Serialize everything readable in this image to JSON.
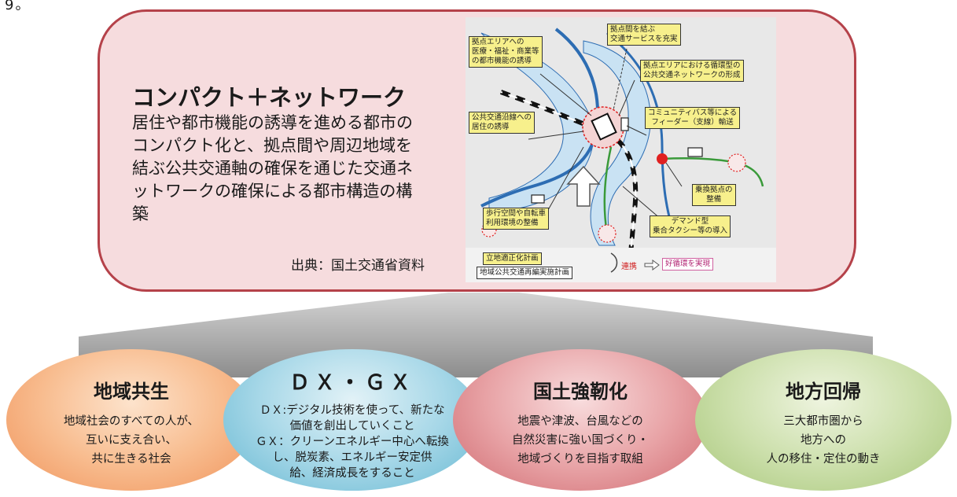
{
  "page_number": "9。",
  "compact_network": {
    "title": "コンパクト＋ネットワーク",
    "description_lines": [
      "居住や都市機能の誘導を進める都市の",
      "コンパクト化と、拠点間や周辺地域を",
      "結ぶ公共交通軸の確保を通じた交通ネ",
      "ットワークの確保による都市構造の構",
      "築"
    ],
    "source": "出典：国土交通省資料"
  },
  "diagram": {
    "labels": {
      "inter_hub": [
        "拠点間を結ぶ",
        "交通サービスを充実"
      ],
      "hub_area_functions": [
        "拠点エリアへの",
        "医療・福祉・商業等",
        "の都市機能の誘導"
      ],
      "circular_transit": [
        "拠点エリアにおける循環型の",
        "公共交通ネットワークの形成"
      ],
      "residence_along_transit": [
        "公共交通沿線への",
        "居住の誘導"
      ],
      "community_bus": [
        "コミュニティバス等による",
        "フィーダー（支線）輸送"
      ],
      "transfer_hub": [
        "乗換拠点の",
        "整備"
      ],
      "walking_cycling": [
        "歩行空間や自転車",
        "利用環境の整備"
      ],
      "demand_taxi": [
        "デマンド型",
        "乗合タクシー等の導入"
      ],
      "location_plan": "立地適正化計画",
      "regional_transit_plan": "地域公共交通再編実施計画",
      "cooperation": "連携",
      "good_cycle": "好循環を実現"
    },
    "colors": {
      "river": "#2d6db3",
      "rail": "#111111",
      "green_route": "#3a9a3a",
      "callout": "#f7f08c",
      "hub_marker": "#e02020"
    }
  },
  "pillars": [
    {
      "title": "地域共生",
      "lines": [
        "地域社会のすべての人が、",
        "互いに支え合い、",
        "共に生きる社会"
      ],
      "color": "#f4a774"
    },
    {
      "title": "ＤＸ・ＧＸ",
      "lines": [
        "ＤＸ:デジタル技術を使って、新たな",
        "価値を創出していくこと",
        "ＧＸ：クリーンエネルギー中心へ転換",
        "し、脱炭素、エネルギー安定供",
        "給、経済成長をすること"
      ],
      "color": "#8ccbe0"
    },
    {
      "title": "国土強靭化",
      "lines": [
        "地震や津波、台風などの",
        "自然災害に強い国づくり・",
        "地域づくりを目指す取組"
      ],
      "color": "#e0898d"
    },
    {
      "title": "地方回帰",
      "lines": [
        "三大都市圏から",
        "地方への",
        "人の移住・定住の動き"
      ],
      "color": "#bcd596"
    }
  ],
  "colors": {
    "box_border": "#b5424a",
    "box_fill": "#f6dcde",
    "fan": "#a0a0a0"
  }
}
